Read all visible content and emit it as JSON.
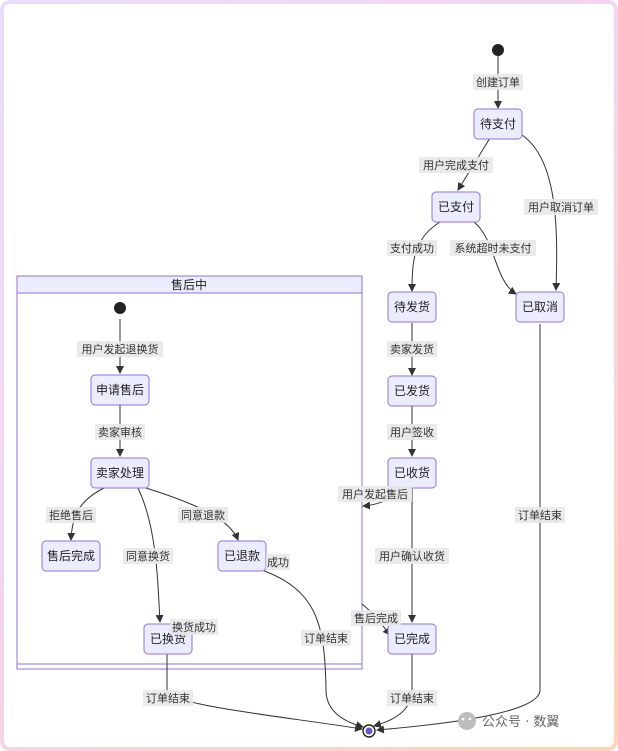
{
  "states": {
    "pending_payment": "待支付",
    "paid": "已支付",
    "cancelled": "已取消",
    "awaiting_shipment": "待发货",
    "shipped": "已发货",
    "received": "已收货",
    "completed": "已完成",
    "after_sales": "售后中",
    "apply_after_sales": "申请售后",
    "seller_processing": "卖家处理",
    "after_sales_done": "售后完成",
    "refunded": "已退款",
    "exchanged": "已换货"
  },
  "transitions": {
    "create_order": "创建订单",
    "user_pay_done": "用户完成支付",
    "user_cancel": "用户取消订单",
    "pay_success": "支付成功",
    "system_timeout": "系统超时未支付",
    "seller_ship": "卖家发货",
    "user_sign": "用户签收",
    "user_initiate_after_sales": "用户发起售后",
    "user_confirm_receipt": "用户确认收货",
    "after_sales_complete": "售后完成",
    "order_end_1": "订单结束",
    "order_end_2": "订单结束",
    "order_end_3": "订单结束",
    "order_end_4": "订单结束",
    "user_initiate_return": "用户发起退换货",
    "seller_review": "卖家审核",
    "reject_after_sales": "拒绝售后",
    "agree_refund": "同意退款",
    "agree_exchange": "同意换货",
    "refund_success_partial": "成功",
    "exchange_success_partial": "换货成功"
  },
  "watermark": "公众号 · 数翼"
}
